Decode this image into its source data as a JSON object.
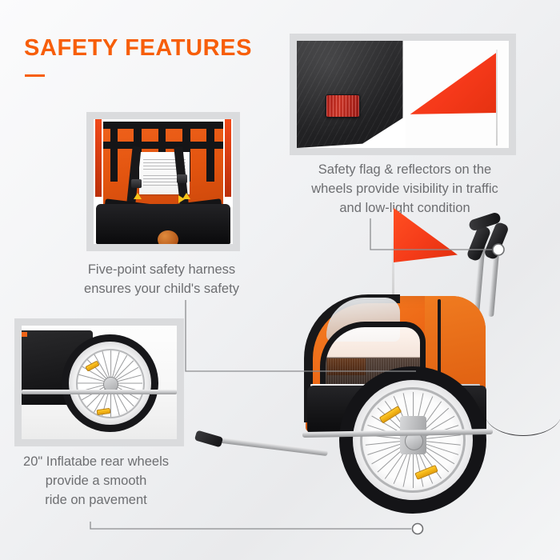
{
  "page": {
    "title": "SAFETY FEATURES",
    "accent_color": "#f75e0a",
    "text_color": "#6d6e71",
    "background": "light gray gradient"
  },
  "callouts": [
    {
      "id": "flag-reflectors",
      "caption": "Safety flag & reflectors on the\nwheels provide visibility in traffic\nand low-light condition",
      "inset_name": "reflector-and-flag-photo",
      "marker_label": "safety-flag-marker"
    },
    {
      "id": "harness",
      "caption": "Five-point safety harness\nensures your child's safety",
      "inset_name": "five-point-harness-photo",
      "marker_label": "harness-marker"
    },
    {
      "id": "rear-wheels",
      "caption": "20\" Inflatabe rear wheels\nprovide a smooth\nride on pavement",
      "inset_name": "rear-wheel-photo",
      "marker_label": "rear-wheel-marker"
    }
  ],
  "product": {
    "name": "child bike trailer",
    "body_colors": [
      "#ee6a17",
      "#151517"
    ],
    "flag_color": "#f53c19",
    "wheel": "20 inch spoked inflatable wheel with yellow reflectors"
  }
}
